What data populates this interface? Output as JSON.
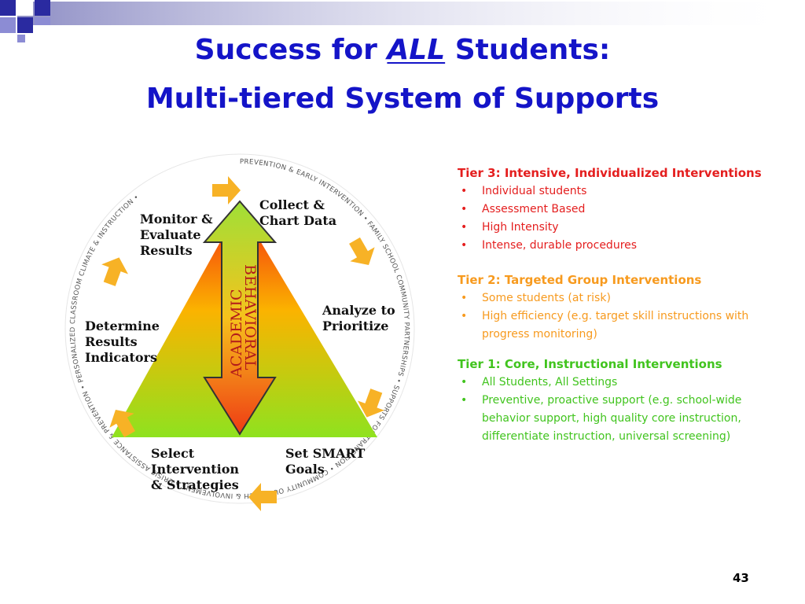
{
  "slide": {
    "title_part1": "Success for ",
    "title_emphasis": "ALL",
    "title_part2": " Students:",
    "subtitle": "Multi-tiered System of Supports",
    "page_number": "43"
  },
  "diagram": {
    "steps": {
      "collect": [
        "Collect &",
        "Chart Data"
      ],
      "analyze": [
        "Analyze to",
        "Prioritize"
      ],
      "set_goals": [
        "Set SMART",
        "Goals"
      ],
      "select": [
        "Select",
        "Intervention",
        "& Strategies"
      ],
      "determine": [
        "Determine",
        "Results",
        "Indicators"
      ],
      "monitor": [
        "Monitor &",
        "Evaluate",
        "Results"
      ]
    },
    "arrow_labels": {
      "academic": "ACADEMIC",
      "behavioral": "BEHAVIORAL"
    },
    "ring_text": "PREVENTION & EARLY INTERVENTION • FAMILY SCHOOL COMMUNITY PARTNERSHIPS • SUPPORTS FOR TRANSITION • COMMUNITY OUTREACH & INVOLVEMENT • CRISIS ASSISTANCE & PREVENTION • PERSONALIZED CLASSROOM CLIMATE & INSTRUCTION •",
    "colors": {
      "triangle_top": "#f42a10",
      "triangle_mid": "#fbb300",
      "triangle_bottom": "#8fe21f",
      "cycle_arrow": "#f7b226",
      "ring_text": "#555555"
    }
  },
  "tiers": {
    "tier3": {
      "heading": "Tier 3: Intensive, Individualized Interventions",
      "items": [
        "Individual students",
        "Assessment Based",
        "High Intensity",
        "Intense, durable procedures"
      ]
    },
    "tier2": {
      "heading": "Tier 2: Targeted Group Interventions",
      "items": [
        "Some students (at risk)",
        "High efficiency (e.g. target skill instructions with progress monitoring)"
      ]
    },
    "tier1": {
      "heading": "Tier 1: Core, Instructional Interventions",
      "items": [
        "All Students, All Settings",
        "Preventive, proactive support (e.g. school-wide behavior support, high quality core instruction, differentiate instruction, universal screening)"
      ]
    }
  }
}
